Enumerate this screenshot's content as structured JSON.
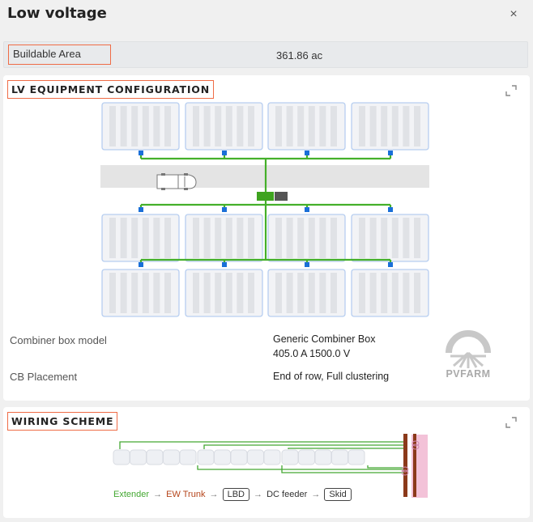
{
  "window": {
    "title": "Low voltage",
    "close_glyph": "×"
  },
  "buildable_area": {
    "label": "Buildable Area",
    "value": "361.86 ac"
  },
  "lv_config": {
    "section_title": "LV EQUIPMENT CONFIGURATION",
    "expand_icon": "expand-icon",
    "combiner_label": "Combiner box model",
    "combiner_value_1": "Generic Combiner Box",
    "combiner_value_2": "405.0 A 1500.0 V",
    "placement_label": "CB Placement",
    "placement_value": "End of row, Full clustering",
    "logo_text": "PVFARM",
    "colors": {
      "panel_fill": "#f2f3f6",
      "panel_border": "#b7cef0",
      "wire": "#44b02a",
      "combiner": "#1a6fd8",
      "road": "#e4e4e4",
      "skid_green": "#3ea31f",
      "skid_dark": "#555555"
    }
  },
  "wiring": {
    "section_title": "WIRING SCHEME",
    "legend": {
      "extender": "Extender",
      "trunk": "EW Trunk",
      "lbd": "LBD",
      "feeder": "DC feeder",
      "skid": "Skid",
      "arrow": "→"
    },
    "colors": {
      "extender": "#44a832",
      "trunk": "#b5451b",
      "post": "#8b3a1a",
      "pink": "#f3c2d8"
    }
  }
}
